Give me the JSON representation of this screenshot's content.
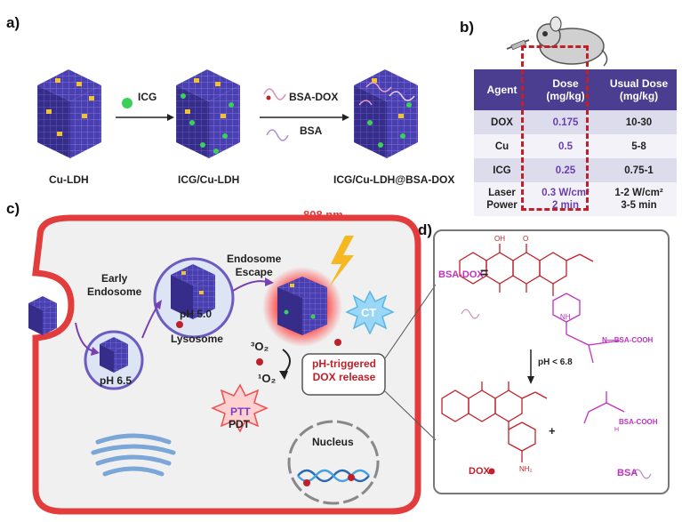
{
  "panels": {
    "a": "a)",
    "b": "b)",
    "c": "c)",
    "d": "d)"
  },
  "panel_a": {
    "labels": [
      "Cu-LDH",
      "ICG/Cu-LDH",
      "ICG/Cu-LDH@BSA-DOX"
    ],
    "arrow1": "ICG",
    "arrow2_top": "BSA-DOX",
    "arrow2_bottom": "BSA"
  },
  "panel_b": {
    "headers": [
      "Agent",
      "Dose\n(mg/kg)",
      "Usual Dose\n(mg/kg)"
    ],
    "rows": [
      {
        "agent": "DOX",
        "dose": "0.175",
        "usual": "10-30"
      },
      {
        "agent": "Cu",
        "dose": "0.5",
        "usual": "5-8"
      },
      {
        "agent": "ICG",
        "dose": "0.25",
        "usual": "0.75-1"
      },
      {
        "agent": "Laser\nPower",
        "dose": "0.3 W/cm²\n2 min",
        "usual": "1-2 W/cm²\n3-5 min"
      }
    ],
    "highlight_color": "#c0202a"
  },
  "panel_c": {
    "laser": "808 nm",
    "early_endosome": "Early\nEndosome",
    "ph_early": "pH 6.5",
    "ph_lyso": "pH 5.0",
    "lysosome": "Lysosome",
    "endosome_escape": "Endosome\nEscape",
    "ct": "CT",
    "o2_triplet": "³O₂",
    "o2_singlet": "¹O₂",
    "release": "pH-triggered\nDOX release",
    "ptt": "PTT",
    "pdt": "PDT",
    "nucleus": "Nucleus"
  },
  "panel_d": {
    "bsa_dox": "BSA-DOX",
    "equals": "=",
    "bsa_cooh_top": "N—BSA-COOH",
    "condition": "pH < 6.8",
    "dox": "DOX",
    "plus": "+",
    "bsa_cooh_bottom": "BSA-COOH",
    "bsa": "BSA",
    "oh": "OH",
    "o": "O",
    "nh": "NH",
    "nh2": "NH₂",
    "h": "H"
  },
  "colors": {
    "cell_membrane": "#e23c3c",
    "ldh_purple": "#4a3fb0",
    "dox_red": "#c0202a",
    "bsa_magenta": "#c030c0"
  }
}
